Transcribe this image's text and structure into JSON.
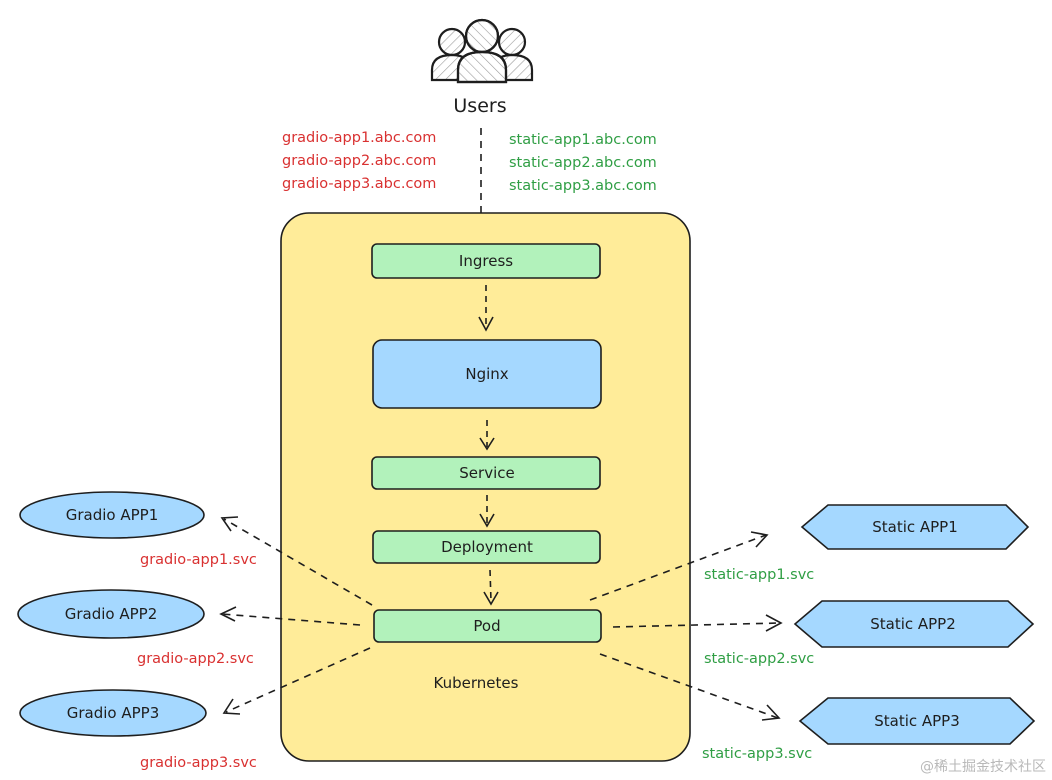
{
  "users": {
    "label": "Users",
    "icon": "users-icon"
  },
  "domains": {
    "gradio": [
      "gradio-app1.abc.com",
      "gradio-app2.abc.com",
      "gradio-app3.abc.com"
    ],
    "static": [
      "static-app1.abc.com",
      "static-app2.abc.com",
      "static-app3.abc.com"
    ]
  },
  "cluster": {
    "label": "Kubernetes",
    "nodes": {
      "ingress": "Ingress",
      "nginx": "Nginx",
      "service": "Service",
      "deployment": "Deployment",
      "pod": "Pod"
    }
  },
  "gradio_apps": [
    {
      "name": "Gradio APP1",
      "svc": "gradio-app1.svc"
    },
    {
      "name": "Gradio APP2",
      "svc": "gradio-app2.svc"
    },
    {
      "name": "Gradio APP3",
      "svc": "gradio-app3.svc"
    }
  ],
  "static_apps": [
    {
      "name": "Static APP1",
      "svc": "static-app1.svc"
    },
    {
      "name": "Static APP2",
      "svc": "static-app2.svc"
    },
    {
      "name": "Static APP3",
      "svc": "static-app3.svc"
    }
  ],
  "watermark": "@稀土掘金技术社区",
  "colors": {
    "cluster_fill": "#ffec99",
    "green_box": "#b2f2bb",
    "blue_box": "#a5d8ff",
    "red_text": "#d93131",
    "green_text": "#2f9e44",
    "stroke": "#1e1e1e"
  }
}
